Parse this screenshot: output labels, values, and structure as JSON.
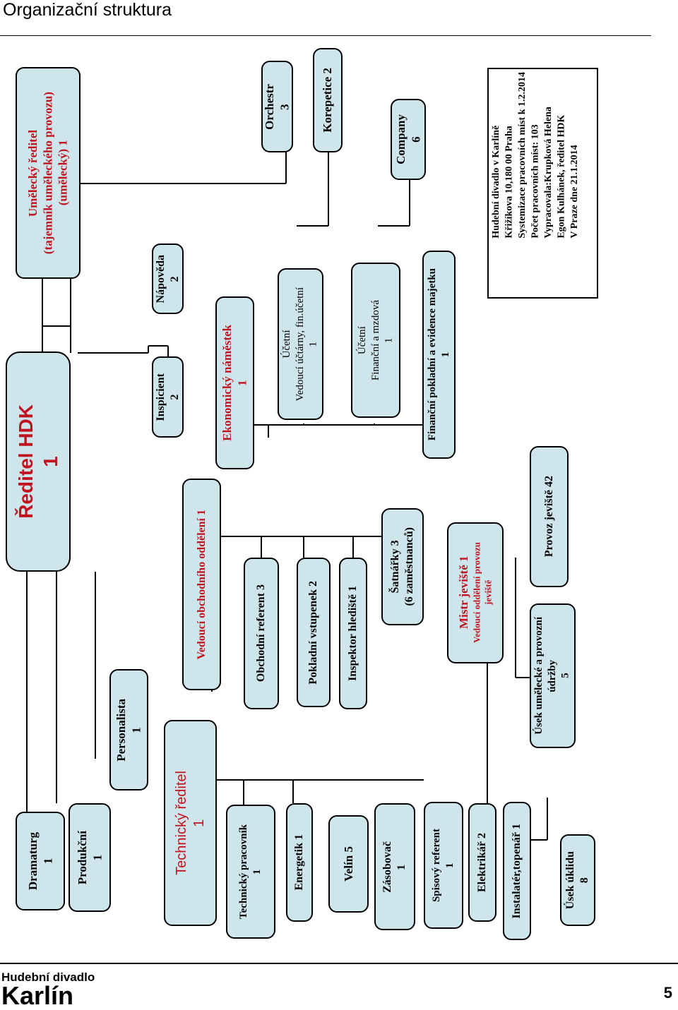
{
  "page": {
    "title": "Organizační struktura",
    "page_number": "5"
  },
  "logo": {
    "line1": "Hudební divadlo",
    "line2": "Karlín"
  },
  "boxes": {
    "reditel": {
      "l1": "Ředitel HDK",
      "l2": "1"
    },
    "umelecky": {
      "l1": "Umělecký ředitel",
      "l2": "(tajemník uměleckého provozu)",
      "l3": "(umělecký) 1"
    },
    "dramaturg": {
      "l1": "Dramaturg",
      "l2": "1"
    },
    "produkcni": {
      "l1": "Produkční",
      "l2": "1"
    },
    "personalista": {
      "l1": "Personalista",
      "l2": "1"
    },
    "technicky_reditel": {
      "l1": "Technický ředitel",
      "l2": "1"
    },
    "technicky_pracovnik": {
      "l1": "Technický pracovník",
      "l2": "1"
    },
    "energetik": {
      "l1": "Energetik  1"
    },
    "velin": {
      "l1": "Velín 5"
    },
    "zasobovac": {
      "l1": "Zásobovač",
      "l2": "1"
    },
    "spisovy": {
      "l1": "Spisový referent",
      "l2": "1"
    },
    "elektrikar": {
      "l1": "Elektrikář 2"
    },
    "instalater": {
      "l1": "Instalatér,topenář 1"
    },
    "uklid": {
      "l1": "Úsek úklidu",
      "l2": "8"
    },
    "vedouci_obchod": {
      "l1": "Vedoucí obchodního oddělení 1"
    },
    "obchodni_referent": {
      "l1": "Obchodní referent 3"
    },
    "pokladni": {
      "l1": "Pokladní vstupenek 2"
    },
    "inspektor": {
      "l1": "Inspektor hlediště 1"
    },
    "satnarky": {
      "l1": "Šatnářky 3",
      "l2": "(6 zaměstnanců)"
    },
    "mistr": {
      "l1": "Mistr jeviště 1",
      "l2": "Vedoucí oddělení provozu",
      "l3": "jeviště"
    },
    "usek_umelecke": {
      "l1": "Úsek umělecké a provozní",
      "l2": "údržby",
      "l3": "5"
    },
    "provoz_jeviste": {
      "l1": "Provoz jeviště 42"
    },
    "inspicient": {
      "l1": "Inspicient",
      "l2": "2"
    },
    "napoveda": {
      "l1": "Nápověda",
      "l2": "2"
    },
    "ekonomicky": {
      "l1": "Ekonomický náměstek",
      "l2": "1"
    },
    "ucetni_vedouci": {
      "l1": "Účetní",
      "l2": "Vedoucí účtárny, fin.účetní",
      "l3": "1"
    },
    "ucetni_mzdova": {
      "l1": "Účetní",
      "l2": "Finanční a mzdová",
      "l3": "1"
    },
    "financni_pokladni": {
      "l1": "Finanční pokladní a evidence majetku",
      "l2": "1"
    },
    "orchestr": {
      "l1": "Orchestr",
      "l2": "3"
    },
    "korepetice": {
      "l1": "Korepetice  2"
    },
    "company": {
      "l1": "Company",
      "l2": "6"
    }
  },
  "note": {
    "lines": [
      "Hudební divadlo v Karlíně",
      "Křižíkova 10,180 00 Praha",
      "Systemizace pracovních míst k 1.2.2014",
      "Počet pracovních míst: 103",
      "Vypracovala:Krupková Helena",
      "Egon Kulhánek, ředitel HDK",
      "V Praze dne  21.1.2014"
    ]
  },
  "colors": {
    "box_fill": "#cfe5ec",
    "accent_red": "#c1121f"
  }
}
